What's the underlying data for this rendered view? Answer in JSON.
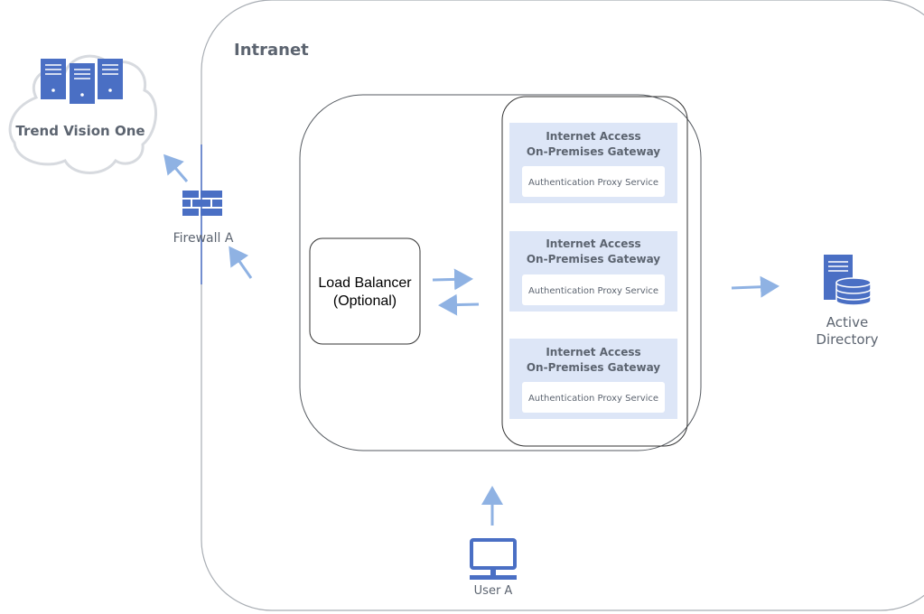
{
  "intranet": {
    "label": "Intranet"
  },
  "cloud": {
    "label": "Trend Vision One"
  },
  "firewall": {
    "label": "Firewall A"
  },
  "load_balancer": {
    "line1": "Load Balancer",
    "line2": "(Optional)"
  },
  "gateways": [
    {
      "title_line1": "Internet Access",
      "title_line2": "On-Premises Gateway",
      "service": "Authentication Proxy Service"
    },
    {
      "title_line1": "Internet Access",
      "title_line2": "On-Premises Gateway",
      "service": "Authentication Proxy Service"
    },
    {
      "title_line1": "Internet Access",
      "title_line2": "On-Premises Gateway",
      "service": "Authentication Proxy Service"
    }
  ],
  "active_directory": {
    "line1": "Active",
    "line2": "Directory"
  },
  "user": {
    "label": "User A"
  },
  "colors": {
    "icon_blue": "#4a6fc4",
    "arrow_blue": "#8fb2e3",
    "gateway_fill": "#dde6f7",
    "text_gray": "#5c6470",
    "border_gray": "#a8adb3",
    "cloud_stroke": "#d7dadf"
  }
}
